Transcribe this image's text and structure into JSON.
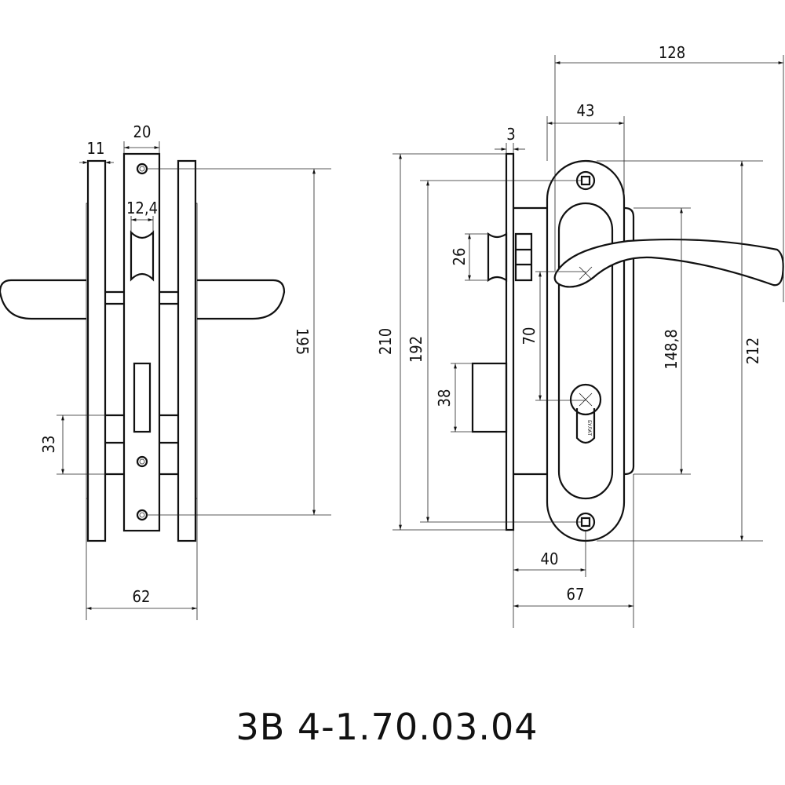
{
  "drawing": {
    "title": "3B 4-1.70.03.04",
    "brand_mark": "БУЛАТ",
    "side_view": {
      "dims": {
        "plate_thickness": "11",
        "faceplate_width": "20",
        "latch_width": "12,4",
        "screw_spacing": "195",
        "spindle_to_cylinder_gap": "33",
        "total_width": "62"
      }
    },
    "front_view": {
      "dims": {
        "faceplate_thickness": "3",
        "handle_reach": "128",
        "escutcheon_width": "43",
        "faceplate_height": "210",
        "faceplate_screw_spacing": "192",
        "latch_height": "26",
        "deadbolt_height": "38",
        "centre_distance": "70",
        "body_height": "148,8",
        "escutcheon_height": "212",
        "backset": "40",
        "body_depth": "67"
      }
    }
  }
}
